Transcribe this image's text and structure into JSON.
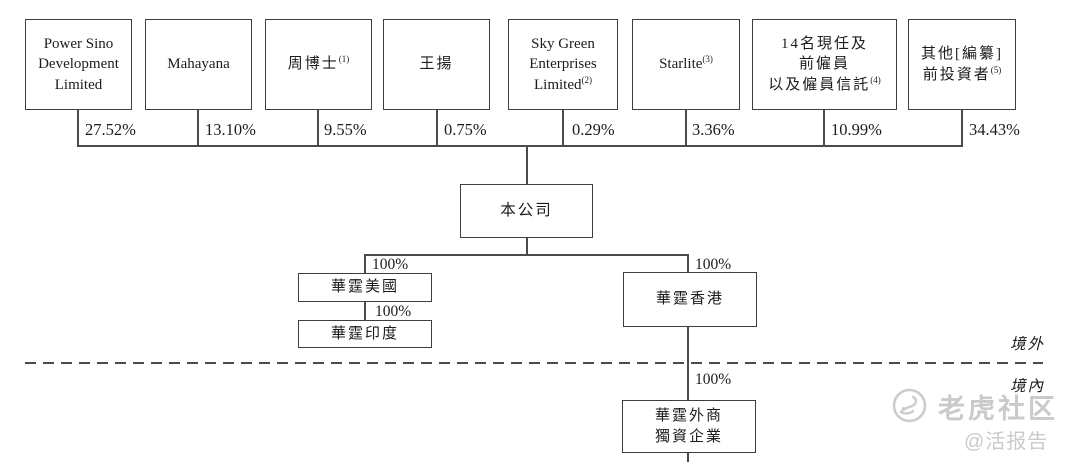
{
  "diagram": {
    "shareholders": [
      {
        "lines": [
          "Power Sino",
          "Development",
          "Limited"
        ],
        "sup": "",
        "pct": "27.52%"
      },
      {
        "lines": [
          "Mahayana"
        ],
        "sup": "",
        "pct": "13.10%"
      },
      {
        "lines": [
          "周博士"
        ],
        "sup": "(1)",
        "pct": "9.55%"
      },
      {
        "lines": [
          "王揚"
        ],
        "sup": "",
        "pct": "0.75%"
      },
      {
        "lines": [
          "Sky Green",
          "Enterprises",
          "Limited"
        ],
        "sup": "(2)",
        "pct": "0.29%"
      },
      {
        "lines": [
          "Starlite"
        ],
        "sup": "(3)",
        "pct": "3.36%"
      },
      {
        "lines": [
          "14名現任及",
          "前僱員",
          "以及僱員信託"
        ],
        "sup": "(4)",
        "pct": "10.99%"
      },
      {
        "lines": [
          "其他[編纂]",
          "前投資者"
        ],
        "sup": "(5)",
        "pct": "34.43%"
      }
    ],
    "company": {
      "name": "本公司"
    },
    "subsidiaries": {
      "us": {
        "name": "華霆美國",
        "pct": "100%"
      },
      "india": {
        "name": "華霆印度",
        "pct": "100%"
      },
      "hk": {
        "name": "華霆香港",
        "pct": "100%"
      },
      "wfoe": {
        "lines": [
          "華霆外商",
          "獨資企業"
        ],
        "pct": "100%"
      }
    },
    "regions": {
      "offshore": "境外",
      "onshore": "境內"
    }
  },
  "watermark": {
    "brand": "老虎社区",
    "handle": "@活报告"
  }
}
